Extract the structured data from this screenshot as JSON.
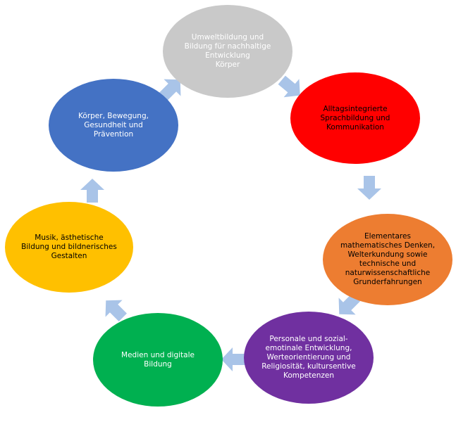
{
  "title": "Bildungsbereiche",
  "nodes": [
    {
      "id": "umwelt",
      "label": "Umweltbildung und\nBildung für nachhaltige\nEntwicklung\nKörper",
      "color": "#c9c9c9",
      "text_color": "#ffffff"
    },
    {
      "id": "sprache",
      "label": "Alltagsintegrierte\nSprachbildung und\nKommunikation",
      "color": "#ff0000",
      "text_color": "#000000"
    },
    {
      "id": "mathe",
      "label": "Elementares\nmathematisches Denken,\nWelterkundung sowie\ntechnische und\nnaturwissenschaftliche\nGrunderfahrungen",
      "color": "#ed7d31",
      "text_color": "#000000"
    },
    {
      "id": "personal",
      "label": "Personale und sozial-\nemotinale Entwicklung,\nWerteorientierung und\nReligiosität, kultursentive\nKompetenzen",
      "color": "#7030a0",
      "text_color": "#ffffff"
    },
    {
      "id": "medien",
      "label": "Medien und digitale\nBildung",
      "color": "#00b050",
      "text_color": "#ffffff"
    },
    {
      "id": "musik",
      "label": "Musik, ästhetische\nBildung und bildnerisches\nGestalten",
      "color": "#ffc000",
      "text_color": "#000000"
    },
    {
      "id": "koerper",
      "label": "Körper, Bewegung,\nGesundheit und\nPrävention",
      "color": "#4472c4",
      "text_color": "#ffffff"
    }
  ],
  "arrow_color": "#a9c4e8"
}
